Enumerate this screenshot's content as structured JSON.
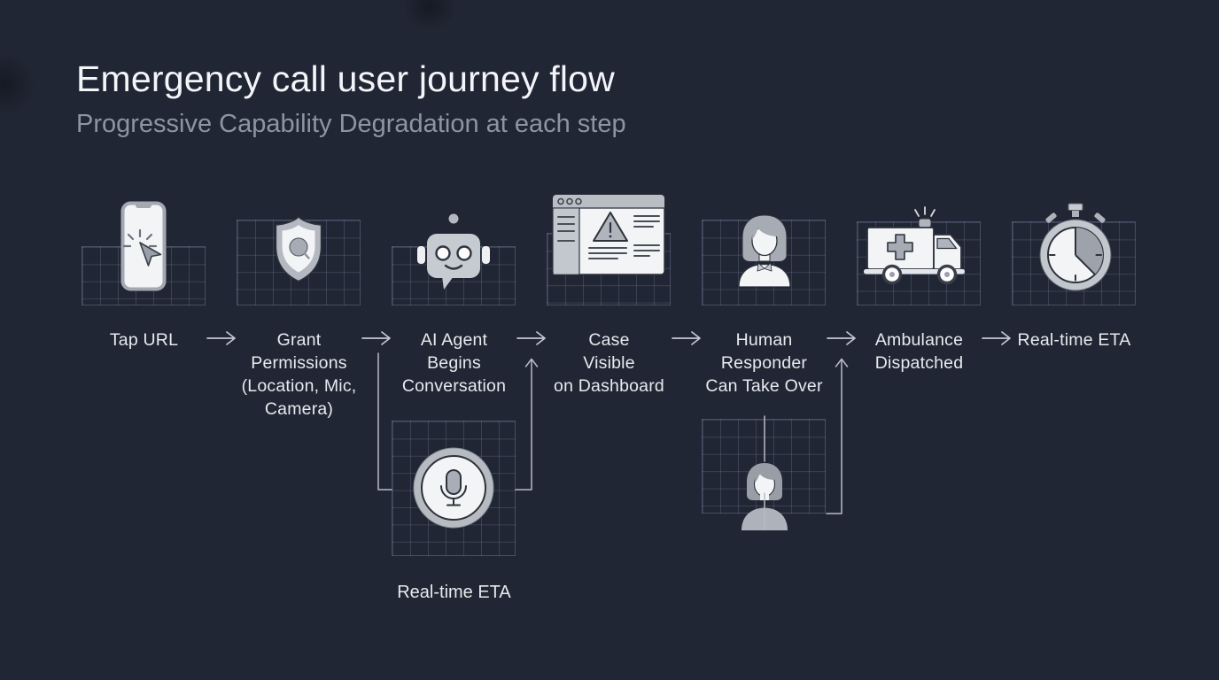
{
  "header": {
    "title": "Emergency call user journey flow",
    "subtitle": "Progressive Capability Degradation at each step"
  },
  "colors": {
    "background": "#212634",
    "grid_line": "#434a60",
    "title_text": "#f3f5f9",
    "subtitle_text": "#8d95a3",
    "label_text": "#e7eaee",
    "arrow": "#c3c8d1",
    "icon_white": "#f2f4f6",
    "icon_mid_gray": "#b5bac2",
    "icon_gray": "#a2a7b0",
    "icon_outline": "#2e323c"
  },
  "flow": {
    "steps": [
      {
        "icon": "smartphone-tap-icon",
        "label_lines": [
          "Tap URL"
        ]
      },
      {
        "icon": "shield-permission-icon",
        "label_lines": [
          "Grant",
          "Permissions",
          "(Location, Mic,",
          "Camera)"
        ]
      },
      {
        "icon": "ai-robot-icon",
        "label_lines": [
          "AI Agent",
          "Begins",
          "Conversation"
        ]
      },
      {
        "icon": "dashboard-window-icon",
        "label_lines": [
          "Case",
          "Visible",
          "on Dashboard"
        ]
      },
      {
        "icon": "human-responder-icon",
        "label_lines": [
          "Human",
          "Responder",
          "Can Take Over"
        ]
      },
      {
        "icon": "ambulance-icon",
        "label_lines": [
          "Ambulance",
          "Dispatched"
        ]
      },
      {
        "icon": "stopwatch-icon",
        "label_lines": [
          "Real-time ETA"
        ]
      }
    ],
    "branches": [
      {
        "icon": "microphone-icon",
        "label_lines": [
          "Real-time ETA"
        ]
      },
      {
        "icon": "person-icon",
        "label_lines": []
      }
    ]
  }
}
